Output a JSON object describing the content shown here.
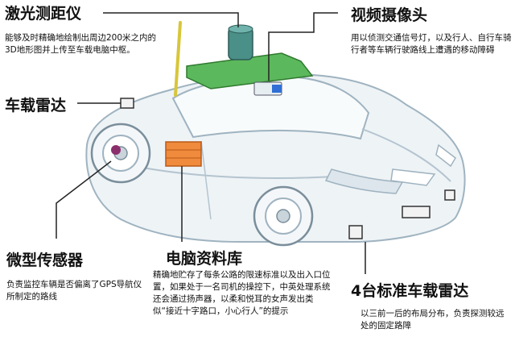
{
  "labels": {
    "laser": {
      "title": "激光测距仪",
      "desc": "能够及时精确地绘制出周边200米之内的3D地形图并上传至车载电脑中枢。"
    },
    "radar": {
      "title": "车载雷达"
    },
    "sensor": {
      "title": "微型传感器",
      "desc": "负责监控车辆是否偏离了GPS导航仪所制定的路线"
    },
    "computer": {
      "title": "电脑资料库",
      "desc": "精确地贮存了每条公路的限速标准以及出入口位置，如果处于一名司机的操控下，中英处理系统还会通过扬声器，以柔和悦耳的女声发出类似“接近十字路口，小心行人”的提示"
    },
    "camera": {
      "title": "视频摄像头",
      "desc": "用以侦测交通信号灯，以及行人、自行车骑行者等车辆行驶路线上遭遇的移动障碍"
    },
    "radar4": {
      "title": "4台标准车载雷达",
      "desc": "以三前一后的布局分布，负责探测较远处的固定路障"
    }
  },
  "colors": {
    "roof_rack": "#5cb85c",
    "laser_unit": "#4a8f88",
    "antenna": "#d8c63a",
    "computer_box": "#f08a3c",
    "camera_blue": "#2f6fd6",
    "car_outline": "#9fb3c0",
    "car_fill": "#eaf1f4"
  }
}
